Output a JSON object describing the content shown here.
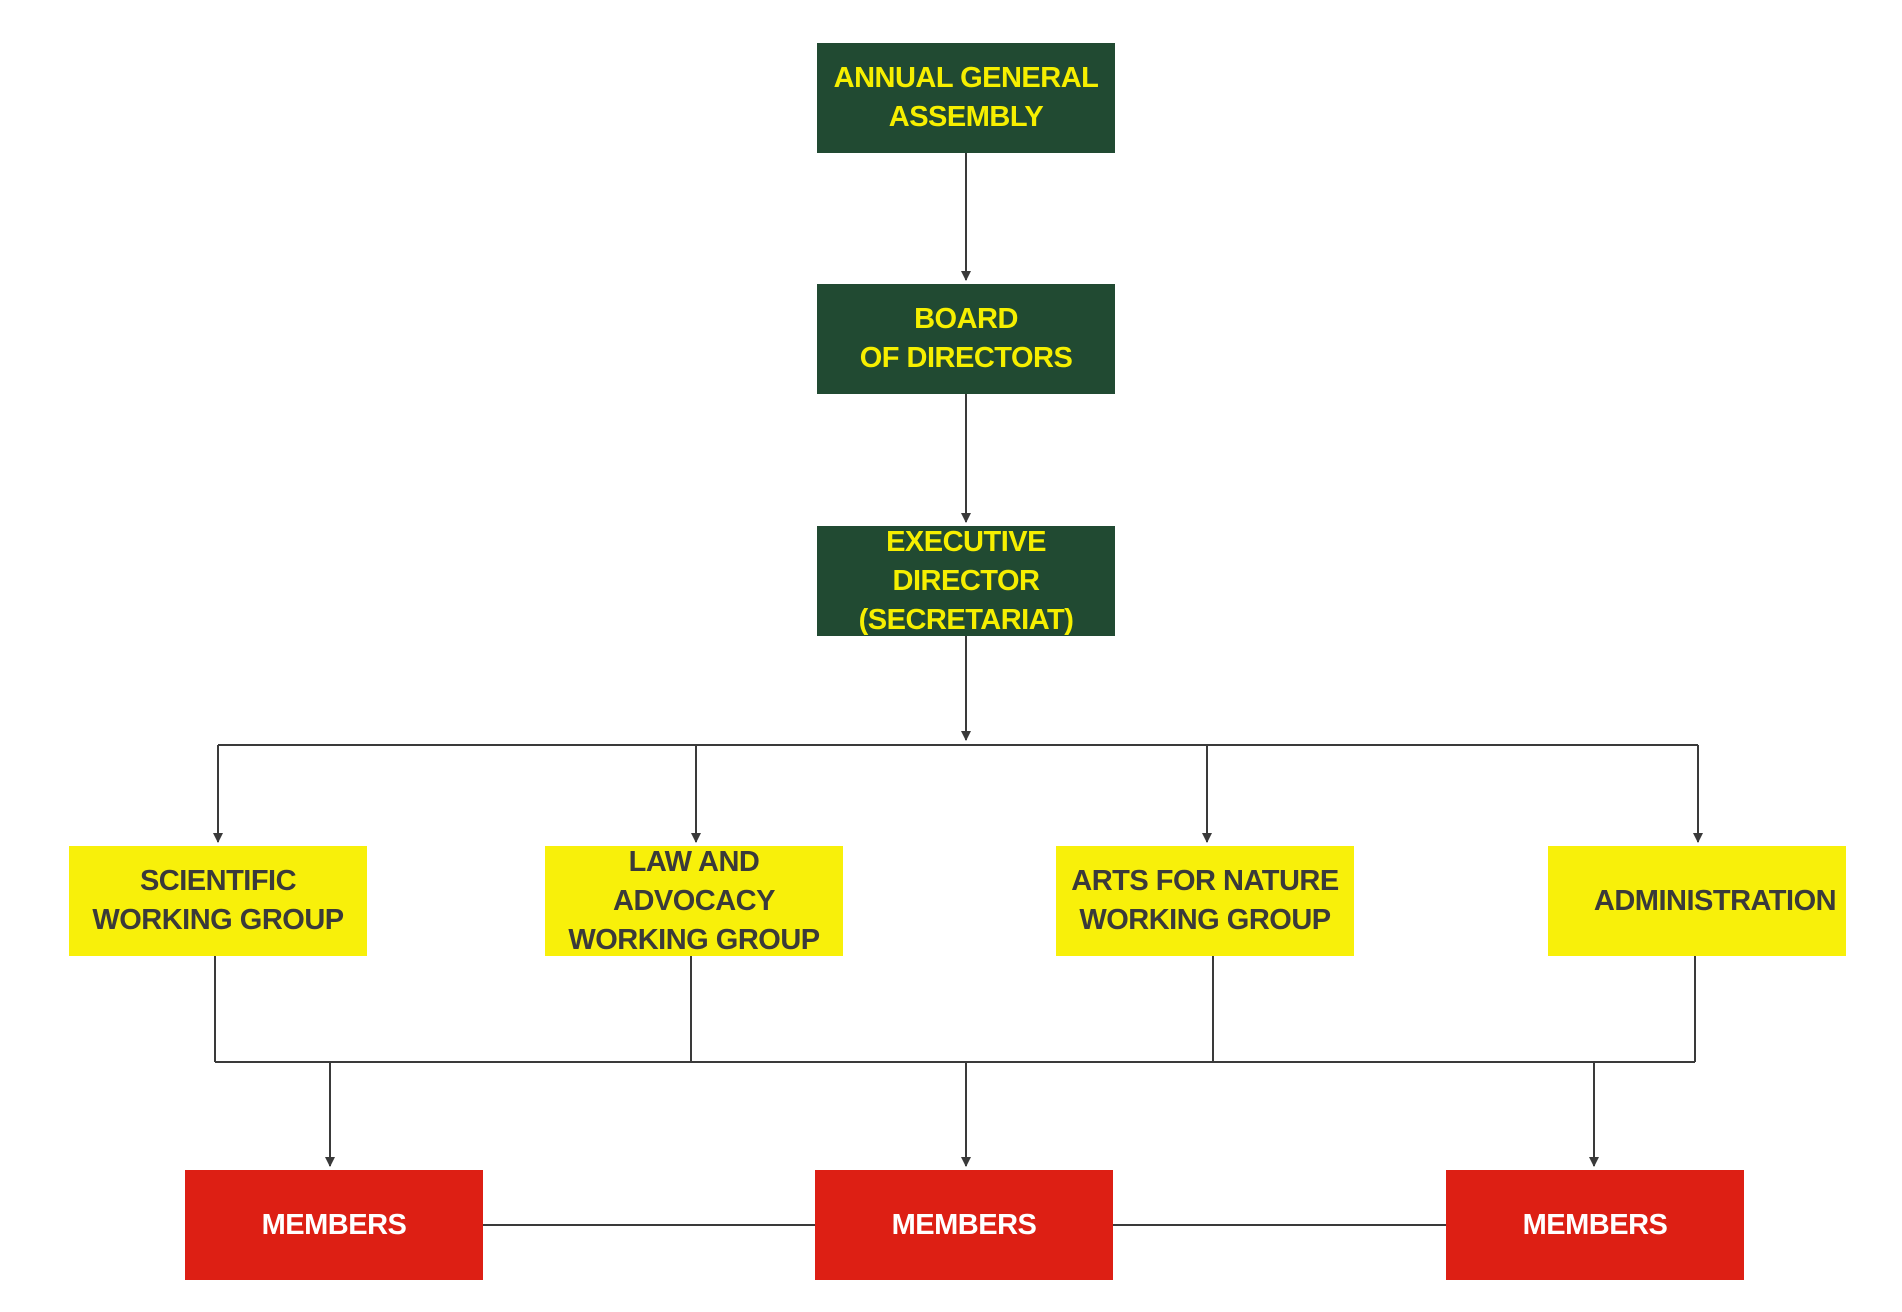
{
  "colors": {
    "governance_fill": "#214a32",
    "governance_text": "#f6ef00",
    "group_fill": "#f8f00a",
    "group_text": "#3a3a3a",
    "members_fill": "#dd1f14",
    "members_text": "#ffffff",
    "connector": "#3a3a3a"
  },
  "nodes": {
    "agm": {
      "line1": "ANNUAL GENERAL",
      "line2": "ASSEMBLY"
    },
    "board": {
      "line1": "BOARD",
      "line2": "OF DIRECTORS"
    },
    "exec": {
      "line1": "EXECUTIVE DIRECTOR",
      "line2": "(SECRETARIAT)"
    },
    "scientific": {
      "line1": "SCIENTIFIC",
      "line2": "WORKING GROUP"
    },
    "law": {
      "line1": "LAW AND ADVOCACY",
      "line2": "WORKING GROUP"
    },
    "arts": {
      "line1": "ARTS FOR NATURE",
      "line2": "WORKING GROUP"
    },
    "admin": {
      "line1": "ADMINISTRATION"
    },
    "members": [
      "MEMBERS",
      "MEMBERS",
      "MEMBERS"
    ]
  }
}
